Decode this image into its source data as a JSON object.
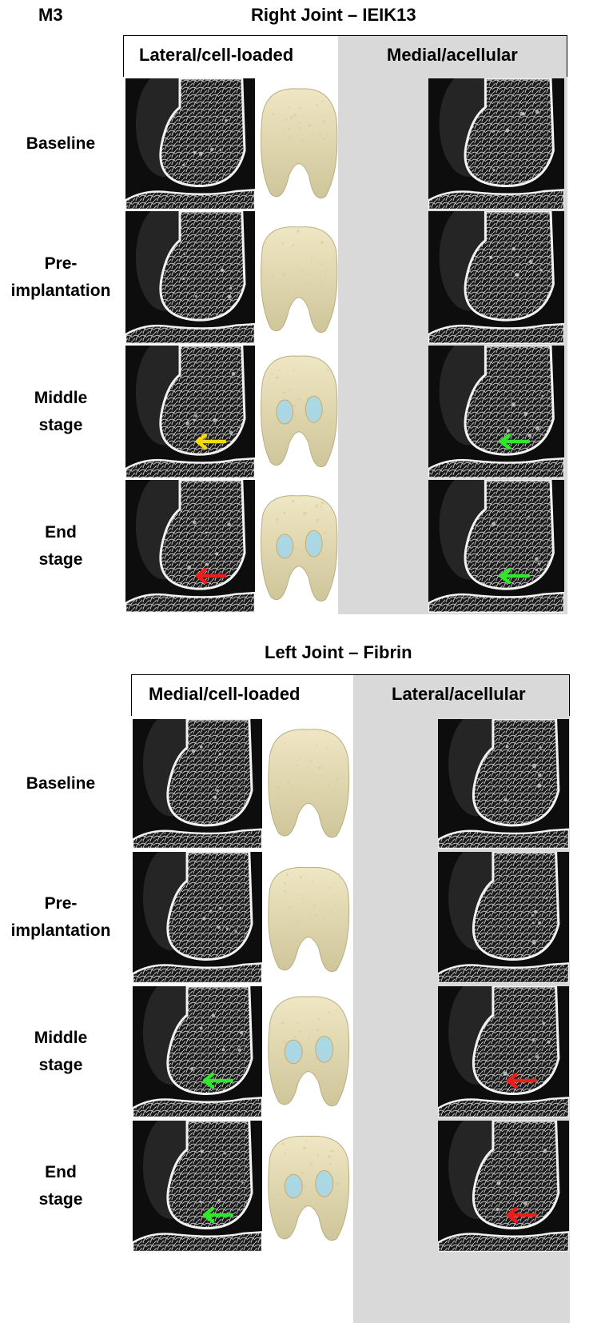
{
  "figure_label": "M3",
  "sections": [
    {
      "title": "Right Joint – IEIK13",
      "left_header": "Lateral/cell-loaded",
      "right_header": "Medial/acellular",
      "rows": [
        {
          "label_lines": [
            "Baseline"
          ],
          "left_arrow": "",
          "right_arrow": "",
          "scaffolds": false
        },
        {
          "label_lines": [
            "Pre-",
            "implantation"
          ],
          "left_arrow": "",
          "right_arrow": "",
          "scaffolds": false
        },
        {
          "label_lines": [
            "Middle",
            "stage"
          ],
          "left_arrow": "yellow",
          "right_arrow": "green",
          "scaffolds": true
        },
        {
          "label_lines": [
            "End",
            "stage"
          ],
          "left_arrow": "red",
          "right_arrow": "green",
          "scaffolds": true
        }
      ]
    },
    {
      "title": "Left Joint – Fibrin",
      "left_header": "Medial/cell-loaded",
      "right_header": "Lateral/acellular",
      "rows": [
        {
          "label_lines": [
            "Baseline"
          ],
          "left_arrow": "",
          "right_arrow": "",
          "scaffolds": false
        },
        {
          "label_lines": [
            "Pre-",
            "implantation"
          ],
          "left_arrow": "",
          "right_arrow": "",
          "scaffolds": false
        },
        {
          "label_lines": [
            "Middle",
            "stage"
          ],
          "left_arrow": "green",
          "right_arrow": "red",
          "scaffolds": true
        },
        {
          "label_lines": [
            "End",
            "stage"
          ],
          "left_arrow": "green",
          "right_arrow": "red",
          "scaffolds": true
        }
      ]
    }
  ],
  "colors": {
    "yellow": "#f5d90a",
    "green": "#2ee82a",
    "red": "#ee1c1c",
    "bone_3d": "#efe7c3",
    "bone_3d_shadow": "#cfc59a",
    "scaffold": "#a8d8e6",
    "header_gray": "#d9d9d9"
  }
}
